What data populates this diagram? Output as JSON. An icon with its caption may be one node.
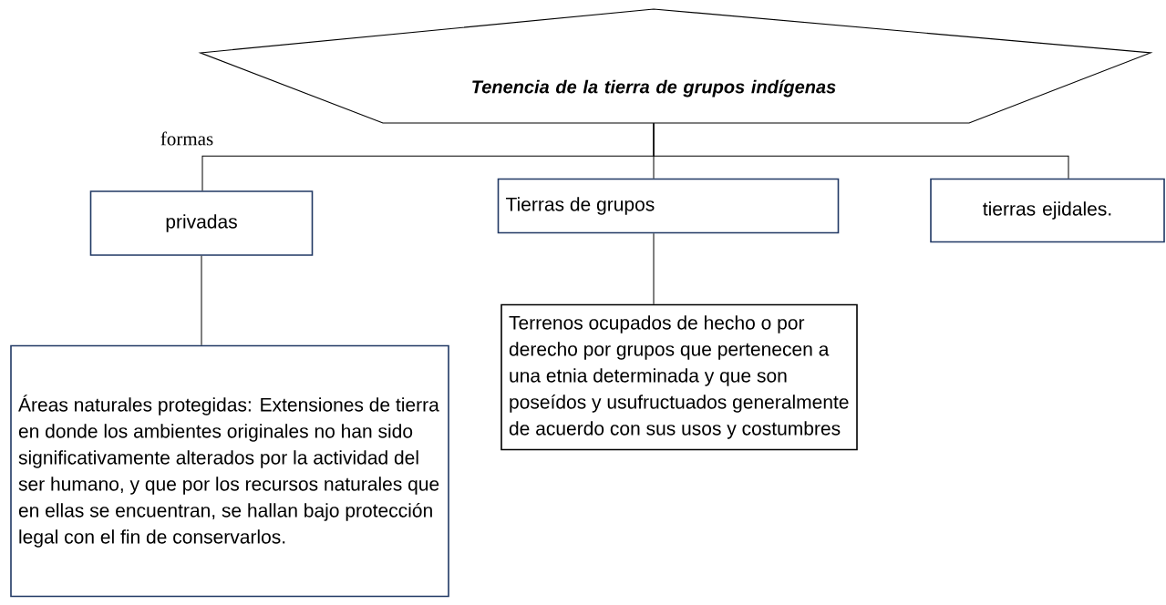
{
  "diagram": {
    "nodes": [
      {
        "text": [
          "Tenencia de la tierra de grupos indígenas"
        ]
      },
      {
        "text": [
          "privadas"
        ]
      },
      {
        "text": [
          "Tierras de grupos"
        ]
      },
      {
        "text": [
          "tierras ejidales."
        ]
      },
      {
        "text": [
          "Áreas naturales protegidas: Extensiones de tierra en donde los ambientes originales no han sido significativamente alterados por la actividad del ser humano, y que por los recursos naturales que en ellas se encuentran, se hallan bajo protección legal con el fin de conservarlos."
        ]
      },
      {
        "text": [
          "Terrenos ocupados de hecho o por derecho por grupos que pertenecen a una etnia determinada y que son poseídos y usufructuados generalmente de acuerdo con sus usos y costumbres"
        ]
      }
    ],
    "edges": [
      {
        "from": 0,
        "to": 1,
        "arrow": "none"
      },
      {
        "from": 0,
        "to": 2,
        "arrow": "none"
      },
      {
        "from": 0,
        "to": 3,
        "arrow": "none"
      },
      {
        "from": 1,
        "to": 4,
        "arrow": "none"
      },
      {
        "from": 2,
        "to": 5,
        "arrow": "none"
      }
    ],
    "labels": [
      "formas"
    ]
  }
}
